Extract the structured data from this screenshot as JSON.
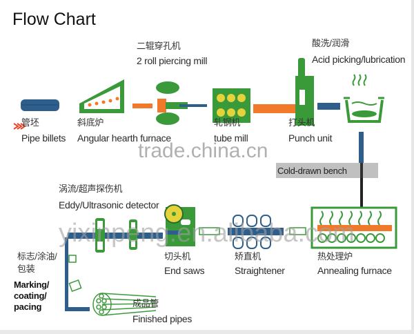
{
  "title": "Flow Chart",
  "steps": {
    "pipe_billets": {
      "cn": "管坯",
      "en": "Pipe billets"
    },
    "furnace": {
      "cn": "斜底炉",
      "en": "Angular hearth furnace"
    },
    "piercing": {
      "cn": "二辊穿孔机",
      "en": "2 roll piercing mill"
    },
    "tube_mill": {
      "cn": "轧钢机",
      "en": "tube mill"
    },
    "punch": {
      "cn": "打头机",
      "en": "Punch unit"
    },
    "acid": {
      "cn": "酸洗/润滑",
      "en": "Acid picking/lubrication"
    },
    "cold_drawn": {
      "en": "Cold-drawn bench"
    },
    "annealing": {
      "cn": "热处理炉",
      "en": "Annealing furnace"
    },
    "straightener": {
      "cn": "矫直机",
      "en": "Straightener"
    },
    "end_saws": {
      "cn": "切头机",
      "en": "End saws"
    },
    "detector": {
      "cn": "涡流/超声探伤机",
      "en": "Eddy/Ultrasonic detector"
    },
    "marking": {
      "cn1": "标志/涂油/",
      "cn2": "包装",
      "en1": "Marking/",
      "en2": "coating/",
      "en3": "pacing"
    },
    "finished": {
      "cn": "成品管",
      "en": "Finished pipes"
    }
  },
  "watermarks": {
    "top": "trade.china.cn",
    "bottom": "yixinpeng.en.alibaba.com"
  },
  "colors": {
    "green": "#3a9a3a",
    "blue": "#2e5e8c",
    "orange": "#f07a2a",
    "yellow": "#e6d23a"
  }
}
